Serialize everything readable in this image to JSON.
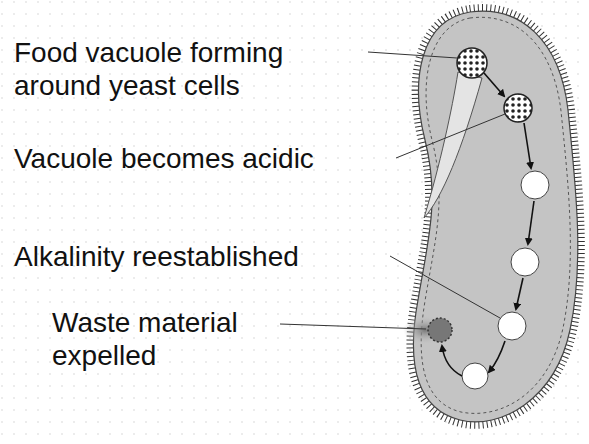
{
  "diagram": {
    "labels": [
      "Food vacuole forming around yeast cells",
      "Vacuole becomes acidic",
      "Alkalinity reestablished",
      "Waste material expelled"
    ]
  }
}
